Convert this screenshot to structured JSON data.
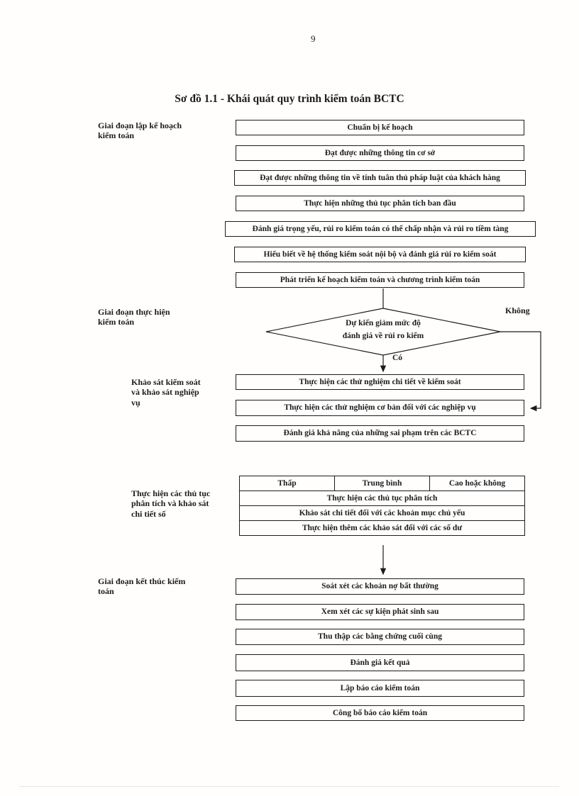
{
  "page": {
    "number": "9",
    "title": "Sơ đồ 1.1 - Khái quát quy trình kiểm toán BCTC"
  },
  "phases": [
    {
      "label": "Giai đoạn lập kế hoạch kiểm toán"
    },
    {
      "label": "Giai đoạn thực hiện kiểm toán"
    },
    {
      "label": "Khảo sát kiểm soát và khảo sát nghiệp vụ"
    },
    {
      "label": "Thực hiện các thủ tục phân tích và khảo sát chi tiết số"
    },
    {
      "label": "Giai đoạn kết thúc kiểm toán"
    }
  ],
  "planning_steps": [
    {
      "text": "Chuẩn bị kế hoạch"
    },
    {
      "text": "Đạt được những thông tin cơ sở"
    },
    {
      "text": "Đạt được những thông tin về tính tuân thủ pháp luật của khách hàng"
    },
    {
      "text": "Thực hiện những thủ tục phân tích ban đầu"
    },
    {
      "text": "Đánh giá trọng yếu, rủi ro kiểm toán có thể chấp nhận và rủi ro tiềm tàng"
    },
    {
      "text": "Hiểu biết về hệ thống kiểm soát nội bộ và đánh giá rủi ro kiểm soát"
    },
    {
      "text": "Phát triển kế hoạch kiểm toán và chương trình kiểm toán"
    }
  ],
  "decision": {
    "line1": "Dự kiến giảm mức độ",
    "line2": "đánh giá về rủi ro kiểm",
    "yes": "Có",
    "no": "Không"
  },
  "execution_steps": [
    {
      "text": "Thực hiện các thử nghiệm chi tiết về kiểm soát"
    },
    {
      "text": "Thực hiện các thử nghiệm cơ bản đối với các nghiệp vụ"
    },
    {
      "text": "Đánh giá khả năng của những sai phạm trên các BCTC"
    }
  ],
  "risk_table": {
    "headers": [
      "Thấp",
      "Trung bình",
      "Cao hoặc không"
    ],
    "rows": [
      "Thực hiện các thủ tục phân tích",
      "Khảo sát chi tiết đối với các khoản mục chủ yếu",
      "Thực hiện thêm các khảo sát đối với các số dư"
    ]
  },
  "closing_steps": [
    {
      "text": "Soát xét các khoản nợ bất thường"
    },
    {
      "text": "Xem xét các sự kiện phát sinh sau"
    },
    {
      "text": "Thu thập các bằng chứng cuối cùng"
    },
    {
      "text": "Đánh giá kết quả"
    },
    {
      "text": "Lập báo cáo kiểm toán"
    },
    {
      "text": "Công bố báo cáo kiểm toán"
    }
  ]
}
